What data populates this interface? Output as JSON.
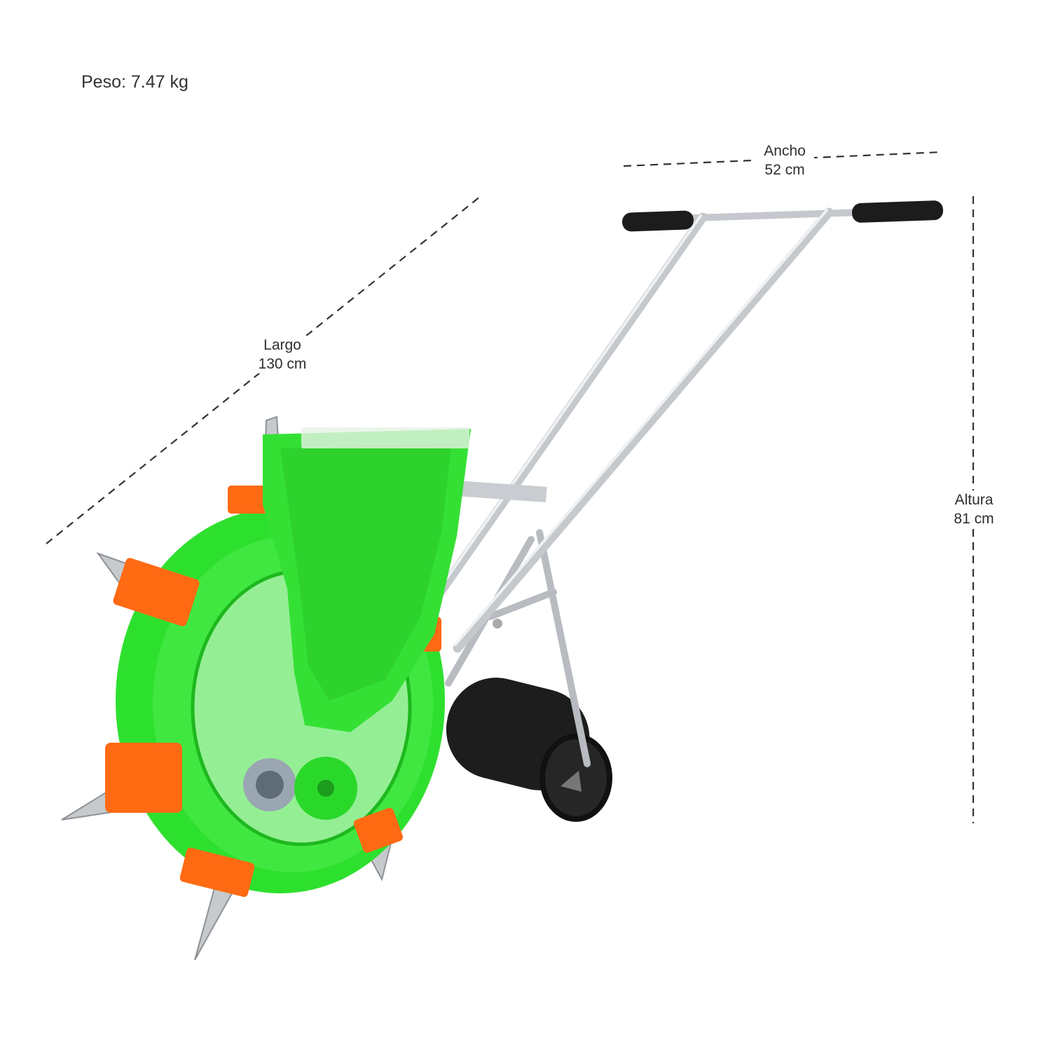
{
  "weight": {
    "text": "Peso: 7.47 kg"
  },
  "dimensions": {
    "width": {
      "label": "Ancho",
      "value": "52 cm"
    },
    "length": {
      "label": "Largo",
      "value": "130 cm"
    },
    "height": {
      "label": "Altura",
      "value": "81 cm"
    }
  },
  "colors": {
    "body_green": "#2fe02f",
    "dark_green": "#1fb51f",
    "accent_orange": "#ff6a13",
    "metal": "#c9ccd0",
    "rubber": "#1b1b1b"
  }
}
